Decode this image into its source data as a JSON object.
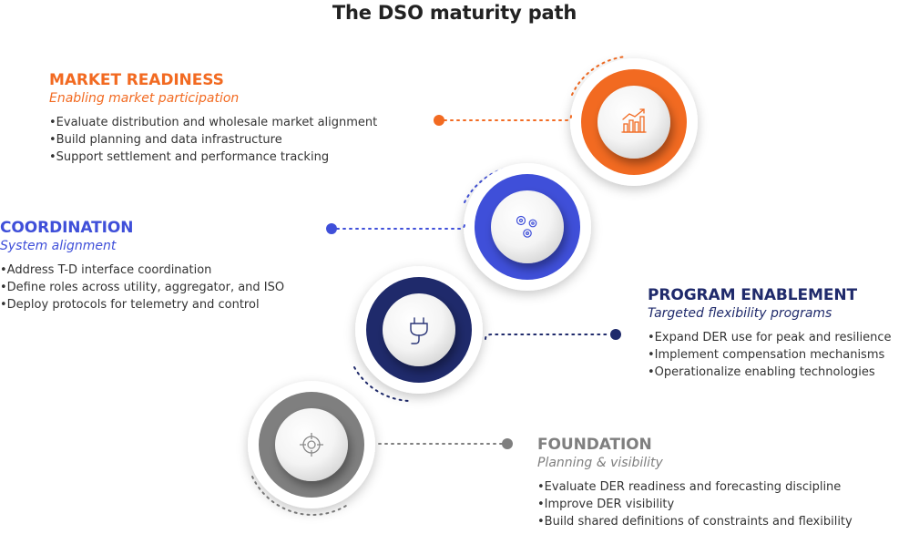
{
  "title": "The DSO maturity path",
  "stages": [
    {
      "id": "market-readiness",
      "heading": "MARKET READINESS",
      "subheading": "Enabling market participation",
      "color": "#F26A21",
      "icon": "growth-chart-icon",
      "bullets": [
        "Evaluate distribution and wholesale market alignment",
        "Build planning and data infrastructure",
        "Support settlement and performance tracking"
      ]
    },
    {
      "id": "coordination",
      "heading": "COORDINATION",
      "subheading": "System alignment",
      "color": "#3F4FD9",
      "icon": "gears-icon",
      "bullets": [
        "Address T-D interface coordination",
        "Define roles across utility, aggregator, and ISO",
        "Deploy protocols for telemetry and control"
      ]
    },
    {
      "id": "program-enablement",
      "heading": "PROGRAM ENABLEMENT",
      "subheading": "Targeted flexibility programs",
      "color": "#1F2A6B",
      "icon": "plug-icon",
      "bullets": [
        "Expand DER use for peak and resilience",
        "Implement compensation mechanisms",
        "Operationalize enabling technologies"
      ]
    },
    {
      "id": "foundation",
      "heading": "FOUNDATION",
      "subheading": "Planning & visibility",
      "color": "#7F7F7F",
      "icon": "target-icon",
      "bullets": [
        "Evaluate DER readiness and forecasting discipline",
        "Improve DER visibility",
        "Build shared definitions of constraints and flexibility"
      ]
    }
  ]
}
